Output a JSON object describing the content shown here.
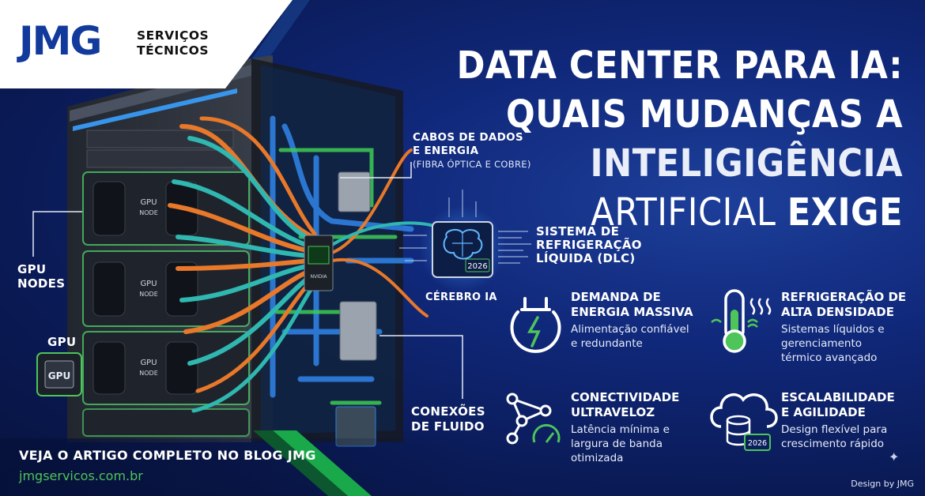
{
  "logo": {
    "brand": "JMG",
    "line1": "SERVIÇOS",
    "line2": "TÉCNICOS"
  },
  "title": {
    "line1": "DATA CENTER PARA IA:",
    "line2": "QUAIS MUDANÇAS A",
    "line3": "INTELIGIGÊNCIA",
    "line4a": "ARTIFICIAL ",
    "line4b": "EXIGE"
  },
  "callouts": {
    "cables_line1": "CABOS DE DADOS",
    "cables_line2": "E ENERGIA",
    "cables_note": "(FIBRA ÓPTICA E COBRE)",
    "dlc_line1": "SISTEMA DE",
    "dlc_line2": "REFRIGERAÇÃO",
    "dlc_line3": "LÍQUIDA (DLC)",
    "brain": "CÉREBRO IA",
    "nodes_line1": "GPU",
    "nodes_line2": "NODES",
    "gpu": "GPU",
    "fluid_line1": "CONEXÕES",
    "fluid_line2": "DE FLUIDO"
  },
  "rack_labels": {
    "node_label_1": "GPU",
    "node_label_2": "NODE",
    "gpu_chip": "GPU",
    "brain_year": "2026",
    "chip_brand": "NVIDIA"
  },
  "features": [
    {
      "title1": "DEMANDA DE",
      "title2": "ENERGIA MASSIVA",
      "desc1": "Alimentação confiável",
      "desc2": "e redundante",
      "desc3": "",
      "icon": "power-bolt-icon"
    },
    {
      "title1": "REFRIGERAÇÃO DE",
      "title2": "ALTA DENSIDADE",
      "desc1": "Sistemas líquidos e",
      "desc2": "gerenciamento",
      "desc3": "térmico avançado",
      "icon": "thermometer-heat-icon"
    },
    {
      "title1": "CONECTIVIDADE",
      "title2": "ULTRAVELOZ",
      "desc1": "Latência mínima e",
      "desc2": "largura de banda",
      "desc3": "otimizada",
      "icon": "network-speed-icon"
    },
    {
      "title1": "ESCALABILIDADE",
      "title2": "E AGILIDADE",
      "desc1": "Design flexível para",
      "desc2": "crescimento rápido",
      "desc3": "",
      "icon": "cloud-database-icon",
      "badge": "2026"
    }
  ],
  "footer": {
    "cta": "VEJA O ARTIGO COMPLETO NO BLOG JMG",
    "url": "jmgservicos.com.br",
    "credit": "Design by JMG"
  },
  "colors": {
    "background": "#0b1f5c",
    "brand_blue": "#123a9c",
    "accent_green": "#4ec45a",
    "cable_orange": "#e8782a",
    "cable_teal": "#2fb7b0",
    "pipe_blue": "#2f7fe0"
  }
}
